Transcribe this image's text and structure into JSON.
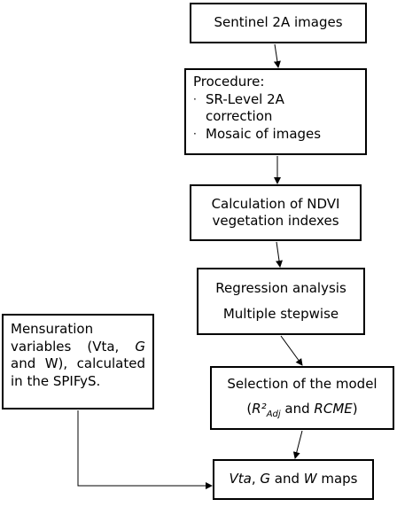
{
  "boxes": {
    "sentinel": "Sentinel 2A images",
    "procedure": {
      "title": "Procedure:",
      "bullet": "·",
      "item1_line1": "SR-Level 2A",
      "item1_line2": "correction",
      "item2": "Mosaic of images"
    },
    "ndvi": {
      "line1": "Calculation of NDVI",
      "line2": "vegetation indexes"
    },
    "regression": {
      "line1": "Regression analysis",
      "line2": "Multiple stepwise"
    },
    "selection": {
      "line1": "Selection of the model",
      "open": "(",
      "r2": "R²",
      "adj": "Adj",
      "and": " and ",
      "rcme": "RCME",
      "close": ")"
    },
    "mensuration": {
      "w1": "Mensuration",
      "w2": "variables",
      "w3": "(Vta,",
      "w4": "G",
      "w5": "and W), calculated",
      "w6": "in the SPIFyS."
    },
    "maps": {
      "vta": "Vta",
      "c1": ", ",
      "g": "G",
      "and": " and ",
      "w": "W",
      "maps": " maps"
    }
  }
}
